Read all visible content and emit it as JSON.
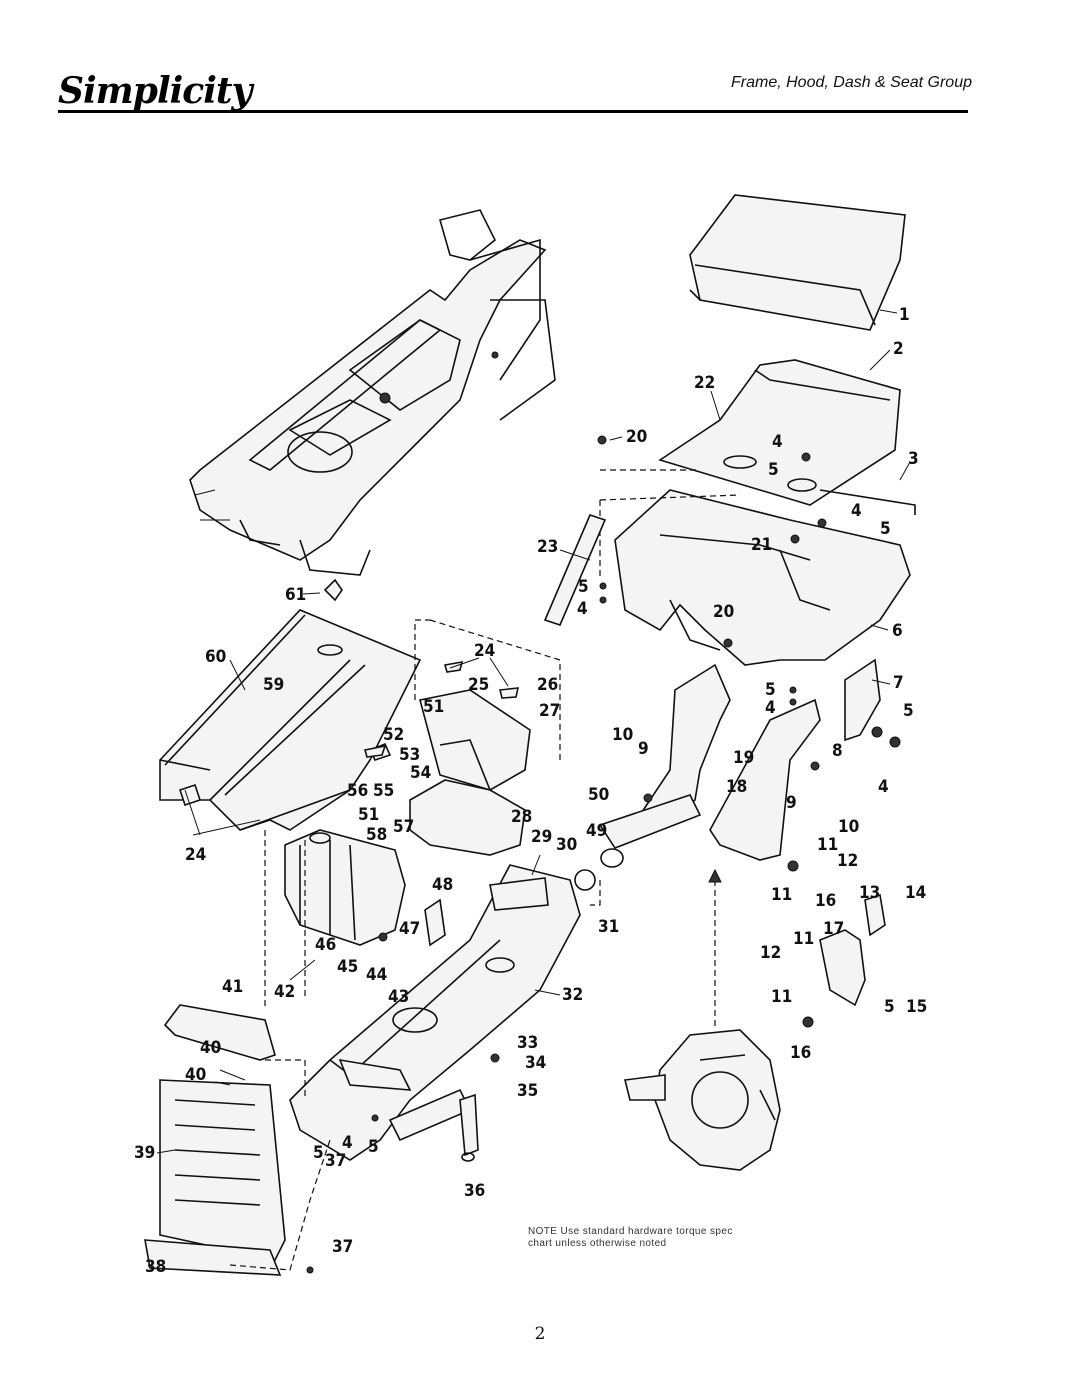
{
  "header": {
    "brand": "Simplicity",
    "section_title": "Frame, Hood, Dash & Seat Group"
  },
  "note": {
    "text": "NOTE  Use standard hardware torque spec  chart unless otherwise noted"
  },
  "page_number": "2",
  "callouts": {
    "c1": "1",
    "c2": "2",
    "c3": "3",
    "c4a": "4",
    "c5a": "5",
    "c4b": "4",
    "c5b": "5",
    "c6": "6",
    "c7": "7",
    "c5c": "5",
    "c4c": "4",
    "c8": "8",
    "c10a": "10",
    "c9a": "9",
    "c50": "50",
    "c49": "49",
    "c19": "19",
    "c18": "18",
    "c9b": "9",
    "c10b": "10",
    "c11a": "11",
    "c12a": "12",
    "c11b": "11",
    "c16a": "16",
    "c13": "13",
    "c14": "14",
    "c17": "17",
    "c11c": "11",
    "c12b": "12",
    "c11d": "11",
    "c5d": "5",
    "c15": "15",
    "c16b": "16",
    "c20a": "20",
    "c22": "22",
    "c21": "21",
    "c23": "23",
    "c5e": "5",
    "c4d": "4",
    "c20b": "20",
    "c5f": "5",
    "c4e": "4",
    "c61": "61",
    "c60": "60",
    "c59": "59",
    "c24a": "24",
    "c25": "25",
    "c26": "26",
    "c27": "27",
    "c51a": "51",
    "c52": "52",
    "c53": "53",
    "c54": "54",
    "c55": "55",
    "c56": "56",
    "c51b": "51",
    "c58": "58",
    "c57": "57",
    "c28": "28",
    "c24b": "24",
    "c29": "29",
    "c30": "30",
    "c31": "31",
    "c48": "48",
    "c47": "47",
    "c46": "46",
    "c45": "45",
    "c44": "44",
    "c42": "42",
    "c41": "41",
    "c43": "43",
    "c32": "32",
    "c40a": "40",
    "c40b": "40",
    "c33": "33",
    "c34": "34",
    "c35": "35",
    "c39": "39",
    "c5g": "5",
    "c37a": "37",
    "c4f": "4",
    "c5h": "5",
    "c36": "36",
    "c37b": "37",
    "c38": "38"
  }
}
